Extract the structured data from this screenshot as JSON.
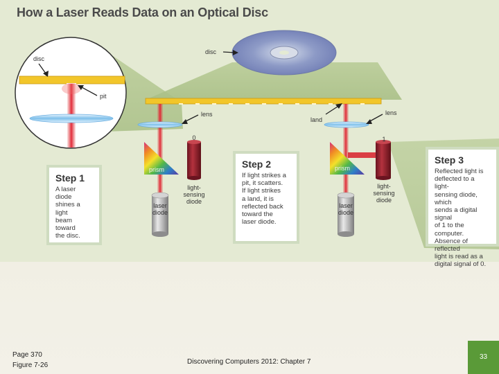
{
  "title": "How a Laser Reads Data on an Optical Disc",
  "labels": {
    "disc_zoom": "disc",
    "pit": "pit",
    "disc_main": "disc",
    "lens_1": "lens",
    "lens_2": "lens",
    "land": "land",
    "signal_0": "0",
    "signal_1": "1",
    "prism_1": "prism",
    "prism_2": "prism",
    "laser_diode_1": [
      "laser",
      "diode"
    ],
    "laser_diode_2": [
      "laser",
      "diode"
    ],
    "sensing_diode_1": [
      "light-",
      "sensing",
      "diode"
    ],
    "sensing_diode_2": [
      "light-",
      "sensing",
      "diode"
    ]
  },
  "steps": [
    {
      "title": "Step 1",
      "lines": [
        "A laser diode",
        "shines a light",
        "beam toward",
        "the disc."
      ]
    },
    {
      "title": "Step 2",
      "lines": [
        "If light strikes a",
        "pit, it scatters.",
        "If light strikes",
        "a land, it is",
        "reflected back",
        "toward the",
        "laser diode."
      ]
    },
    {
      "title": "Step 3",
      "lines": [
        "Reflected light is",
        "deflected to a light-",
        "sensing diode, which",
        "sends a digital signal",
        "of 1 to the computer.",
        "Absence of reflected",
        "light is read as a",
        "digital signal of 0."
      ]
    }
  ],
  "footer": {
    "page_ref": "Page 370",
    "figure_ref": "Figure 7-26",
    "book": "Discovering Computers 2012: Chapter 7",
    "slide_number": "33"
  },
  "colors": {
    "beam": "#d8202a",
    "track": "#f2c62a",
    "green_accent": "#5a9a38",
    "diode": "#8e1e2a"
  }
}
